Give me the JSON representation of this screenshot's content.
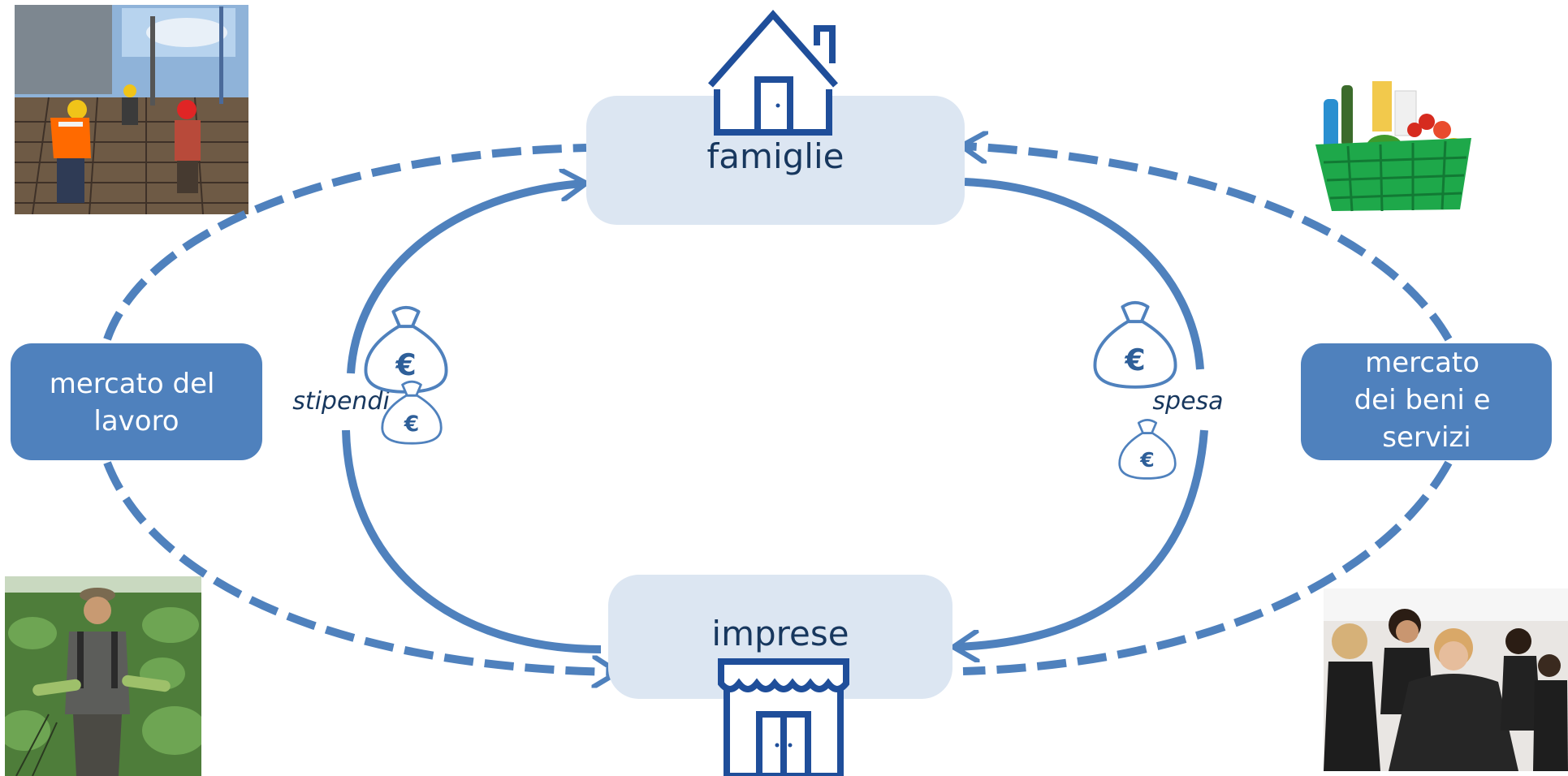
{
  "nodes": {
    "famiglie": "famiglie",
    "imprese": "imprese",
    "labor_market": [
      "mercato del",
      "lavoro"
    ],
    "goods_market": [
      "mercato",
      "dei beni e",
      "servizi"
    ]
  },
  "flow_labels": {
    "stipendi": "stipendi",
    "spesa": "spesa"
  },
  "money_symbol": "€",
  "icons": {
    "house": "house-icon",
    "shop": "shop-icon",
    "money_bag": "money-bag-icon",
    "construction_photo": "construction-workers-photo",
    "farmer_photo": "farmer-photo",
    "groceries_photo": "grocery-basket-photo",
    "hairdresser_photo": "hairdresser-photo"
  },
  "colors": {
    "accent_blue": "#4f81bd",
    "dark_blue": "#1f4e9a",
    "light_box": "#dce6f2",
    "text_navy": "#17375e",
    "white": "#ffffff"
  }
}
